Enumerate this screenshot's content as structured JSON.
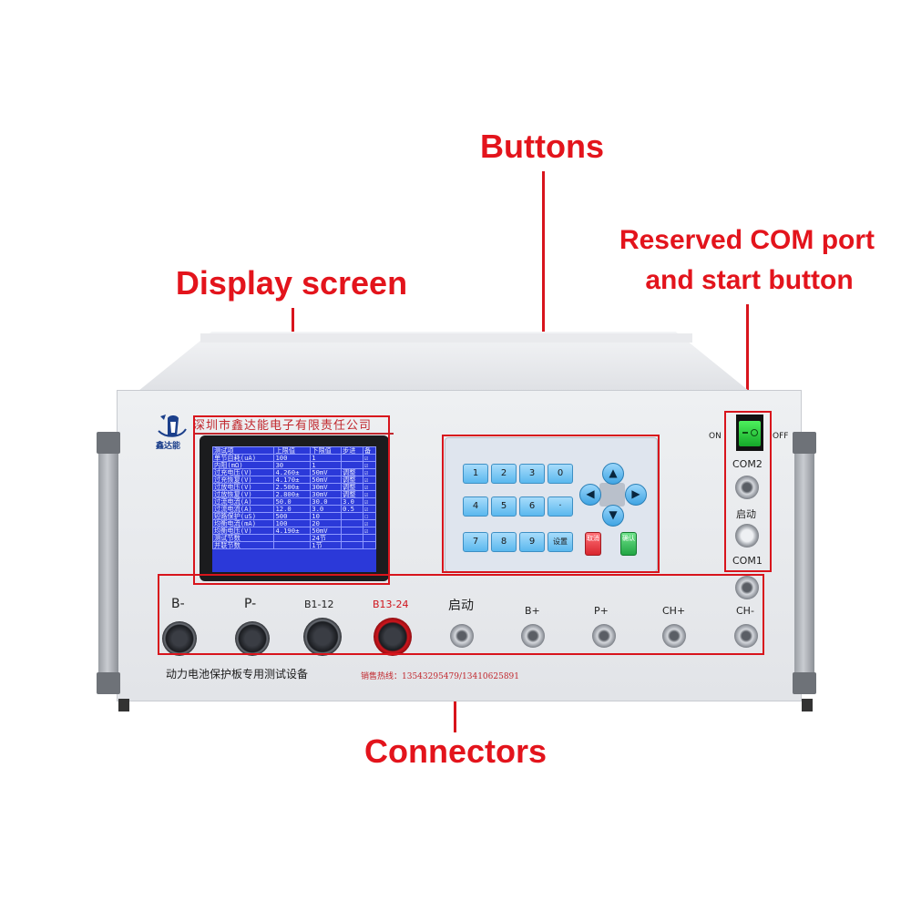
{
  "callouts": {
    "buttons": "Buttons",
    "display_screen": "Display screen",
    "reserved_line1": "Reserved COM port",
    "reserved_line2": "and start button",
    "connectors": "Connectors"
  },
  "device": {
    "company": "深圳市鑫达能电子有限责任公司",
    "logo_text": "鑫达能",
    "subtitle": "动力电池保护板专用测试设备",
    "hotline": "销售热线：13543295479/13410625891",
    "switch_on": "ON",
    "switch_off": "OFF",
    "com2": "COM2",
    "start_label": "启动",
    "com1": "COM1"
  },
  "screen": {
    "header": [
      "测试项",
      "上限值",
      "下限值",
      "步进",
      "备"
    ],
    "rows": [
      [
        "单节自耗(uA)",
        "100",
        "1",
        "",
        "☑"
      ],
      [
        "内阻(mΩ)",
        "30",
        "1",
        "",
        "☑"
      ],
      [
        "过充电压(V)",
        "4.260±",
        "50mV",
        "调整",
        "☑"
      ],
      [
        "过充恢复(V)",
        "4.170±",
        "50mV",
        "调整",
        "☑"
      ],
      [
        "过放电压(V)",
        "2.500±",
        "30mV",
        "调整",
        "☑"
      ],
      [
        "过放恢复(V)",
        "2.800±",
        "30mV",
        "调整",
        "☑"
      ],
      [
        "过流电流(A)",
        "50.0",
        "30.0",
        "3.0",
        "☑"
      ],
      [
        "过流电流(A)",
        "12.0",
        "3.0",
        "0.5",
        "☑"
      ],
      [
        "短路保护(uS)",
        "500",
        "10",
        "",
        "☐"
      ],
      [
        "均衡电流(mA)",
        "100",
        "20",
        "",
        "☑"
      ],
      [
        "均衡电压(V)",
        "4.190±",
        "50mV",
        "",
        "☑"
      ],
      [
        "测试节数",
        "",
        "24节",
        "",
        ""
      ],
      [
        "并联节数",
        "",
        "1节",
        "",
        ""
      ]
    ]
  },
  "keypad": {
    "row1": [
      "1",
      "2",
      "3",
      "0"
    ],
    "row2": [
      "4",
      "5",
      "6",
      "·"
    ],
    "row3": [
      "7",
      "8",
      "9",
      "设置"
    ],
    "cancel": "取消",
    "confirm": "确认",
    "arrows": {
      "up": "▲",
      "down": "▼",
      "left": "◀",
      "right": "▶"
    }
  },
  "connectors": [
    "B-",
    "P-",
    "B1-12",
    "B13-24",
    "启动",
    "B+",
    "P+",
    "CH+",
    "CH-"
  ],
  "colors": {
    "callout_red": "#e3141c",
    "screen_blue": "#2b39d9",
    "switch_green": "#22c33a"
  }
}
